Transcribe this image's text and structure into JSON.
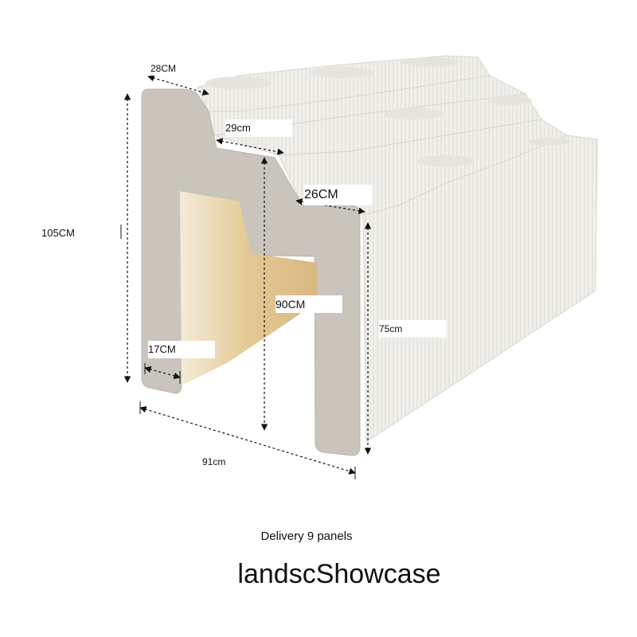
{
  "dimensions": {
    "total_height": "105CM",
    "top_step_depth": "28CM",
    "middle_step_depth": "29cm",
    "bottom_step_depth": "26CM",
    "inner_height": "90CM",
    "front_height": "75cm",
    "base_width": "17CM",
    "total_length": "91cm"
  },
  "caption": {
    "delivery": "Delivery 9 panels",
    "title": "landscShowcase"
  },
  "colors": {
    "panel_face": "#f1f0ea",
    "end_cap": "#c9c5bd",
    "interior": "#e7cf9e",
    "dimension_lines": "#111111"
  }
}
